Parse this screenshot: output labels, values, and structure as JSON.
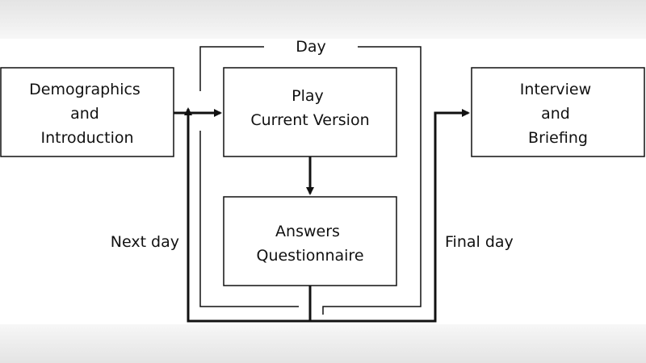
{
  "nodes": {
    "demographics": {
      "lines": [
        "Demographics",
        "and",
        "Introduction"
      ]
    },
    "play": {
      "lines": [
        "Play",
        "Current Version"
      ]
    },
    "answers": {
      "lines": [
        "Answers",
        "Questionnaire"
      ]
    },
    "interview": {
      "lines": [
        "Interview",
        "and",
        "Briefing"
      ]
    }
  },
  "labels": {
    "day": "Day",
    "next_day": "Next day",
    "final_day": "Final day"
  },
  "colors": {
    "stroke": "#111111",
    "text": "#111111",
    "box_fill": "#ffffff"
  }
}
